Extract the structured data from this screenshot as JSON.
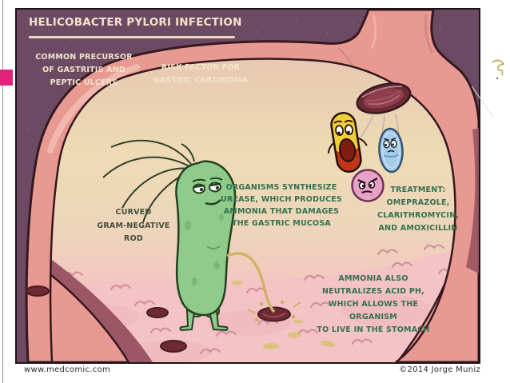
{
  "page": {
    "footer": {
      "site_url": "www.medcomic.com",
      "copyright": "©2014 Jorge Muniz"
    },
    "accent_tab_color": "#e2217c"
  },
  "comic": {
    "title": "HELICOBACTER PYLORI INFECTION",
    "labels": {
      "precursor": "COMMON PRECURSOR\nOF GASTRITIS AND\nPEPTIC ULCERS",
      "risk_factor": "RISK FACTOR FOR\nGASTRIC CARCINOMA",
      "morphology": "CURVED\nGRAM-NEGATIVE\nROD",
      "urease": "ORGANISMS SYNTHESIZE\nUREASE, WHICH PRODUCES\nAMMONIA THAT DAMAGES\nTHE GASTRIC MUCOSA",
      "treatment": "TREATMENT:\nOMEPRAZOLE,\nCLARITHROMYCIN,\nAND AMOXICILLIN",
      "ammonia": "AMMONIA ALSO\nNEUTRALIZES ACID PH,\nWHICH ALLOWS THE ORGANISM\nTO LIVE IN THE STOMACH"
    },
    "icons": {
      "bacterium": "h-pylori-bacterium-character",
      "capsule": "antibiotic-capsule-character",
      "blue_tablet": "blue-tablet-character",
      "pink_tablet": "pink-tablet-character",
      "cardia": "esophageal-opening",
      "ulcers": "mucosal-ulcer-holes",
      "urine": "ammonia-stream"
    },
    "colors": {
      "background_purple": "#6d4a63",
      "stomach_wall": "#e89a92",
      "interior_cream": "#eedbb5",
      "mucosa_pink": "#f4c3c5",
      "bacterium_green": "#8fcb8a",
      "annotation_green": "#34704e",
      "label_cream": "#f2e4cc"
    }
  }
}
